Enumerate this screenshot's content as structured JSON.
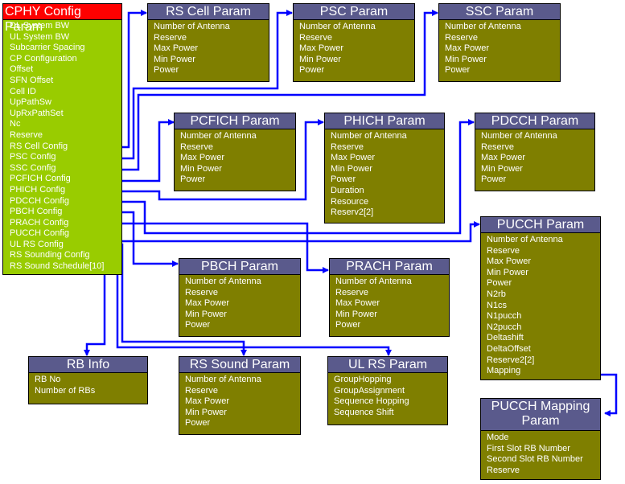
{
  "main": {
    "title": "CPHY Config Param",
    "fields": [
      "DL System BW",
      "UL System BW",
      "Subcarrier Spacing",
      "CP Configuration",
      "Offset",
      "SFN Offset",
      "Cell ID",
      "UpPathSw",
      "UpRxPathSet",
      "Nc",
      "Reserve",
      "RS Cell Config",
      "PSC Config",
      "SSC Config",
      "PCFICH Config",
      "PHICH Config",
      "PDCCH Config",
      "PBCH Config",
      "PRACH Config",
      "PUCCH Config",
      "UL RS Config",
      "RS Sounding Config",
      "RS Sound Schedule[10]"
    ]
  },
  "boxes": {
    "rs_cell": {
      "title": "RS Cell Param",
      "fields": [
        "Number of Antenna",
        "Reserve",
        "Max Power",
        "Min Power",
        "Power"
      ]
    },
    "psc": {
      "title": "PSC Param",
      "fields": [
        "Number of Antenna",
        "Reserve",
        "Max Power",
        "Min Power",
        "Power"
      ]
    },
    "ssc": {
      "title": "SSC Param",
      "fields": [
        "Number of Antenna",
        "Reserve",
        "Max Power",
        "Min Power",
        "Power"
      ]
    },
    "pcfich": {
      "title": "PCFICH Param",
      "fields": [
        "Number of Antenna",
        "Reserve",
        "Max Power",
        "Min Power",
        "Power"
      ]
    },
    "phich": {
      "title": "PHICH Param",
      "fields": [
        "Number of Antenna",
        "Reserve",
        "Max Power",
        "Min Power",
        "Power",
        "Duration",
        "Resource",
        "Reserv2[2]"
      ]
    },
    "pdcch": {
      "title": "PDCCH Param",
      "fields": [
        "Number of Antenna",
        "Reserve",
        "Max Power",
        "Min Power",
        "Power"
      ]
    },
    "pucch": {
      "title": "PUCCH Param",
      "fields": [
        "Number of Antenna",
        "Reserve",
        "Max Power",
        "Min Power",
        "Power",
        "N2rb",
        "N1cs",
        "N1pucch",
        "N2pucch",
        "Deltashift",
        "DeltaOffset",
        "Reserve2[2]",
        "Mapping"
      ]
    },
    "pbch": {
      "title": "PBCH Param",
      "fields": [
        "Number of Antenna",
        "Reserve",
        "Max Power",
        "Min Power",
        "Power"
      ]
    },
    "prach": {
      "title": "PRACH Param",
      "fields": [
        "Number of Antenna",
        "Reserve",
        "Max Power",
        "Min Power",
        "Power"
      ]
    },
    "rb_info": {
      "title": "RB Info",
      "fields": [
        "RB No",
        "Number of RBs"
      ]
    },
    "rs_sound": {
      "title": "RS Sound Param",
      "fields": [
        "Number of Antenna",
        "Reserve",
        "Max Power",
        "Min Power",
        "Power"
      ]
    },
    "ul_rs": {
      "title": "UL RS Param",
      "fields": [
        "GroupHopping",
        "GroupAssignment",
        "Sequence Hopping",
        "Sequence Shift"
      ]
    },
    "pucch_map": {
      "title": "PUCCH Mapping Param",
      "fields": [
        "Mode",
        "First Slot RB Number",
        "Second Slot RB Number",
        "Reserve"
      ]
    }
  },
  "colors": {
    "connector": "#0000ff",
    "main_bg": "#99cc00",
    "main_head": "#ff0000",
    "box_bg": "#7f7f00",
    "box_head": "#5a5a8c"
  }
}
